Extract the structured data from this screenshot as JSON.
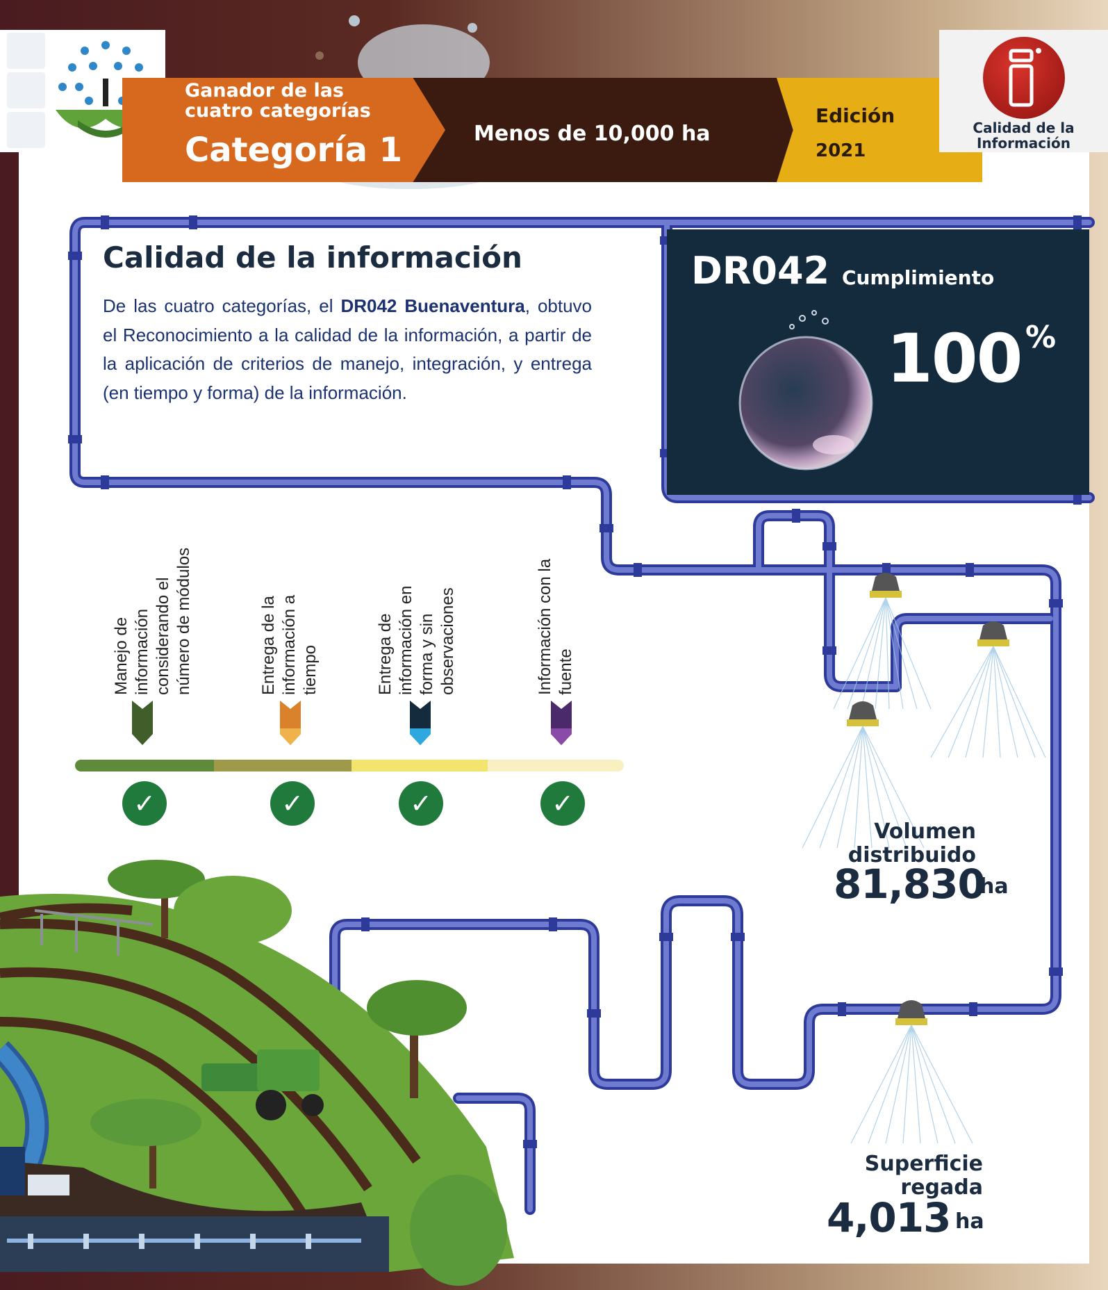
{
  "header": {
    "winner_line1": "Ganador de las",
    "winner_line2": "cuatro categorías",
    "category": "Categoría 1",
    "size_range": "Menos de 10,000 ha",
    "edition_label": "Edición",
    "edition_year": "2021",
    "badge_line1": "Calidad de la",
    "badge_line2": "Información"
  },
  "info": {
    "title": "Calidad de la información",
    "para_prefix": "De las cuatro categorías, el ",
    "para_bold": "DR042 Buenaventura",
    "para_suffix": ", obtuvo el Reconocimiento a la calidad de la información, a partir de la aplicación de criterios de manejo, integración, y entrega (en tiempo y forma) de la información."
  },
  "compliance": {
    "code": "DR042",
    "label": "Cumplimiento",
    "value": "100",
    "unit": "%"
  },
  "criteria": [
    {
      "text": "Manejo de información considerando el número de módulos",
      "color": "#3f5e2a"
    },
    {
      "text": "Entrega de la información a tiempo",
      "color": "#d9822b"
    },
    {
      "text": "Entrega de información en forma y sin observaciones",
      "color": "#142a3d"
    },
    {
      "text": "Información con la fuente",
      "color": "#4a2a6a"
    }
  ],
  "progress_colors": [
    "#5f8a3a",
    "#9e9a4a",
    "#f3e46e",
    "#f8f0c0"
  ],
  "stats": {
    "volume_label_1": "Volumen",
    "volume_label_2": "distribuido",
    "volume_value": "81,830",
    "volume_unit": "ha",
    "surface_label_1": "Superficie",
    "surface_label_2": "regada",
    "surface_value": "4,013",
    "surface_unit": "ha"
  },
  "colors": {
    "pipe": "#5a66bd",
    "pipe_dark": "#2e3a9a",
    "navy": "#1b2b40",
    "orange": "#d7691f",
    "yellow": "#e6ae14",
    "check_green": "#1f7a3b"
  }
}
